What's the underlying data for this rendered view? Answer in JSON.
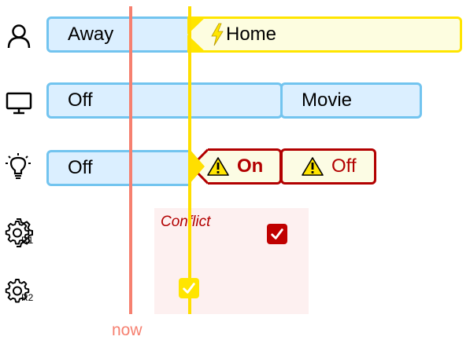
{
  "rows": {
    "user": {
      "icon": "person-icon",
      "bars": [
        {
          "label": "Away"
        },
        {
          "label": "Home",
          "icon": "lightning-icon"
        }
      ]
    },
    "display": {
      "icon": "monitor-icon",
      "bars": [
        {
          "label": "Off"
        },
        {
          "label": "Movie"
        }
      ]
    },
    "light": {
      "icon": "lightbulb-icon",
      "bars": [
        {
          "label": "Off"
        },
        {
          "label": "On",
          "icon": "warning-icon"
        },
        {
          "label": "Off",
          "icon": "warning-icon"
        }
      ]
    },
    "rule1": {
      "icon": "gear-icon",
      "sub": "R1"
    },
    "rule2": {
      "icon": "gear-icon",
      "sub": "R2"
    }
  },
  "conflict": {
    "label": "Conflict"
  },
  "timeline": {
    "now_label": "now"
  },
  "colors": {
    "blue_border": "#72c4ef",
    "blue_fill": "#dbefff",
    "yellow": "#ffe500",
    "red": "#b20000",
    "now": "#f68070"
  }
}
